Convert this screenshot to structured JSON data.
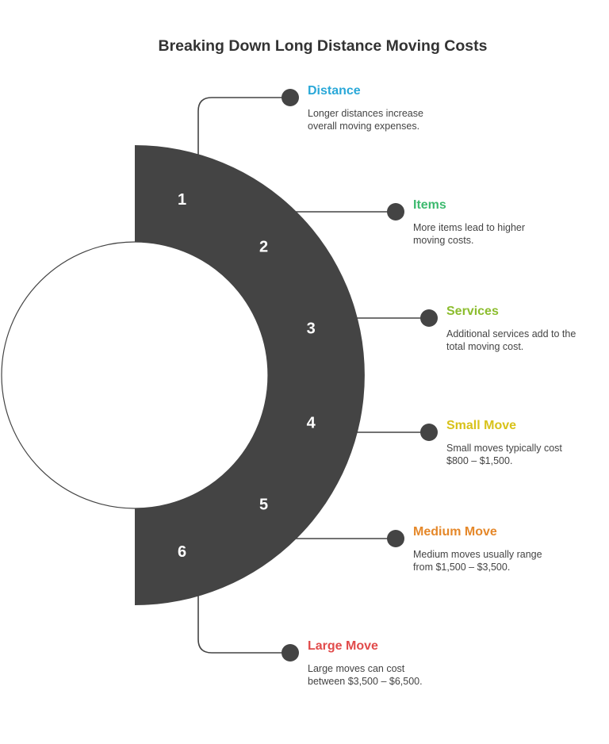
{
  "title": "Breaking Down Long Distance Moving Costs",
  "center": {
    "title_lines": [
      "Long Distance",
      "Moving Costs"
    ],
    "subtitle_lines": [
      "Costs vary based on",
      "distance, items, and",
      "services."
    ]
  },
  "colors": {
    "ring": "#444444",
    "connector": "#444444",
    "dot": "#444444",
    "title": "#333333",
    "description": "#444444"
  },
  "factors": [
    {
      "number": "1",
      "heading": "Distance",
      "color": "#2aa8d8",
      "lines": [
        "Longer distances increase",
        "overall moving expenses."
      ]
    },
    {
      "number": "2",
      "heading": "Items",
      "color": "#3dba6f",
      "lines": [
        "More items lead to higher",
        "moving costs."
      ]
    },
    {
      "number": "3",
      "heading": "Services",
      "color": "#8cbd2e",
      "lines": [
        "Additional services add to the",
        "total moving cost."
      ]
    },
    {
      "number": "4",
      "heading": "Small Move",
      "color": "#d8c21a",
      "lines": [
        "Small moves typically cost",
        "$800 – $1,500."
      ]
    },
    {
      "number": "5",
      "heading": "Medium Move",
      "color": "#e5882a",
      "lines": [
        "Medium moves usually range",
        "from $1,500 – $3,500."
      ]
    },
    {
      "number": "6",
      "heading": "Large Move",
      "color": "#e14b4b",
      "lines": [
        "Large moves can cost",
        "between $3,500 – $6,500."
      ]
    }
  ]
}
